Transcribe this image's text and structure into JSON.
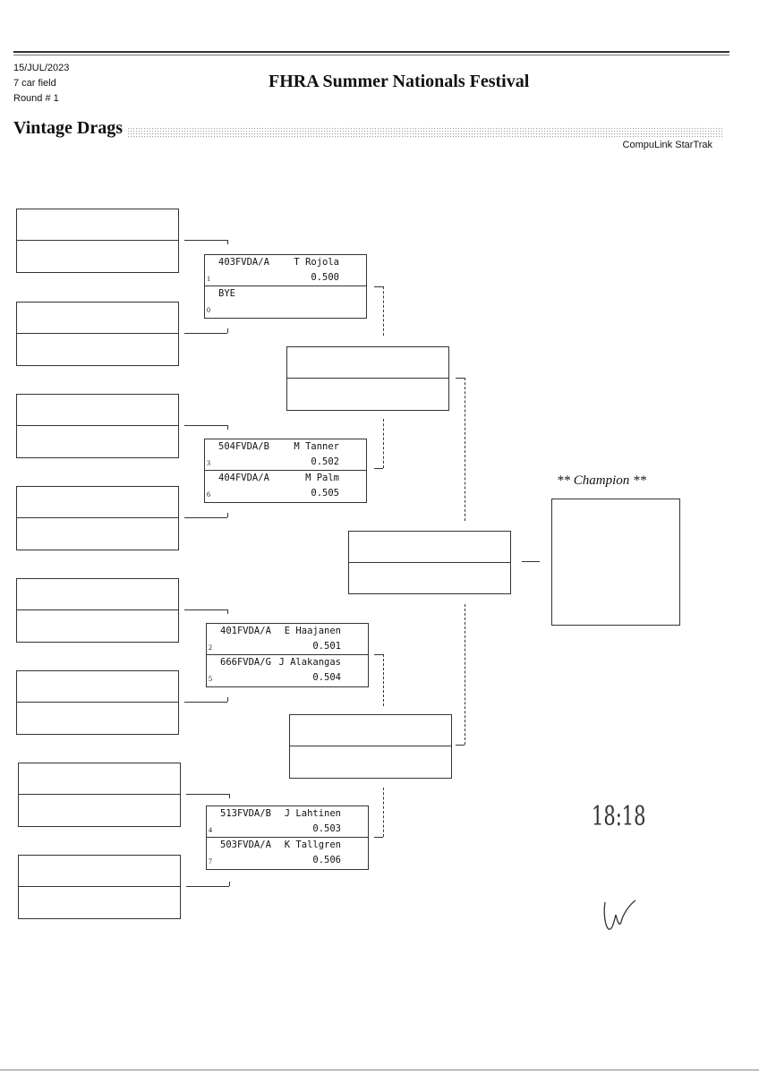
{
  "header": {
    "date": "15/JUL/2023",
    "field": "7 car field",
    "round": "Round # 1",
    "title": "FHRA Summer Nationals Festival",
    "category": "Vintage Drags",
    "software": "CompuLink StarTrak"
  },
  "matches": [
    {
      "top": {
        "car": "403FVDA/A",
        "driver": "T Rojola",
        "rt": "0.500",
        "seed": "1"
      },
      "bottom": {
        "car": "BYE",
        "driver": "",
        "rt": "",
        "seed": "0"
      }
    },
    {
      "top": {
        "car": "504FVDA/B",
        "driver": "M Tanner",
        "rt": "0.502",
        "seed": "3"
      },
      "bottom": {
        "car": "404FVDA/A",
        "driver": "M Palm",
        "rt": "0.505",
        "seed": "6"
      }
    },
    {
      "top": {
        "car": "401FVDA/A",
        "driver": "E Haajanen",
        "rt": "0.501",
        "seed": "2"
      },
      "bottom": {
        "car": "666FVDA/G",
        "driver": "J Alakangas",
        "rt": "0.504",
        "seed": "5"
      }
    },
    {
      "top": {
        "car": "513FVDA/B",
        "driver": "J Lahtinen",
        "rt": "0.503",
        "seed": "4"
      },
      "bottom": {
        "car": "503FVDA/A",
        "driver": "K Tallgren",
        "rt": "0.506",
        "seed": "7"
      }
    }
  ],
  "champion_label": "** Champion **",
  "handwritten": {
    "time": "18:18",
    "initials": "Lv"
  }
}
